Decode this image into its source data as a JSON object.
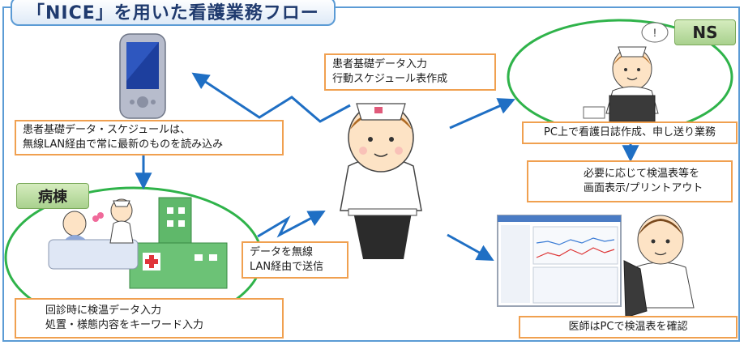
{
  "title": "「NICE」を用いた看護業務フロー",
  "tags": {
    "ns": "NS",
    "ward": "病棟"
  },
  "boxes": {
    "pda_sync": [
      "患者基礎データ・スケジュールは、",
      "無線LAN経由で常に最新のものを読み込み"
    ],
    "nurse_tasks": [
      "患者基礎データ入力",
      "行動スケジュール表作成"
    ],
    "ns_pc": [
      "PC上で看護日誌作成、申し送り業務"
    ],
    "print": [
      "必要に応じて検温表等を",
      "画面表示/プリントアウト"
    ],
    "transmit": [
      "データを無線",
      "LAN経由で送信"
    ],
    "rounds": [
      "回診時に検温データ入力",
      "処置・様態内容をキーワード入力"
    ],
    "doctor": [
      "医師はPCで検温表を確認"
    ]
  },
  "colors": {
    "frame": "#5b9bd5",
    "box_border": "#f0a050",
    "ellipse": "#2fb34a",
    "arrow": "#1f6fc4",
    "tag": "#a9d18e"
  },
  "icons": [
    "pda-icon",
    "nurse-icon",
    "ns-nurse-icon",
    "printer-icon",
    "doctor-icon",
    "hospital-icon",
    "patient-icon",
    "speech-bubble-icon"
  ]
}
